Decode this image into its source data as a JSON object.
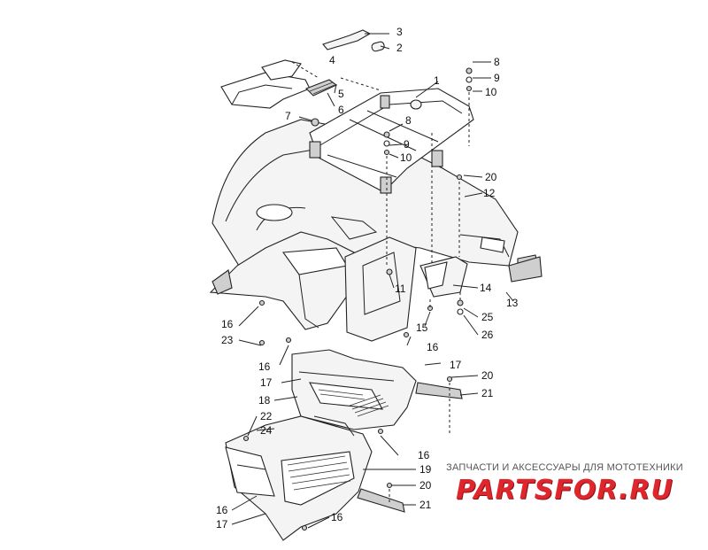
{
  "diagram": {
    "callouts": [
      {
        "id": "c1",
        "label": "1"
      },
      {
        "id": "c2",
        "label": "2"
      },
      {
        "id": "c3",
        "label": "3"
      },
      {
        "id": "c4",
        "label": "4"
      },
      {
        "id": "c5",
        "label": "5"
      },
      {
        "id": "c6",
        "label": "6"
      },
      {
        "id": "c7",
        "label": "7"
      },
      {
        "id": "c8a",
        "label": "8"
      },
      {
        "id": "c8b",
        "label": "8"
      },
      {
        "id": "c9a",
        "label": "9"
      },
      {
        "id": "c9b",
        "label": "9"
      },
      {
        "id": "c10a",
        "label": "10"
      },
      {
        "id": "c10b",
        "label": "10"
      },
      {
        "id": "c11",
        "label": "11"
      },
      {
        "id": "c12",
        "label": "12"
      },
      {
        "id": "c13",
        "label": "13"
      },
      {
        "id": "c14",
        "label": "14"
      },
      {
        "id": "c15",
        "label": "15"
      },
      {
        "id": "c16a",
        "label": "16"
      },
      {
        "id": "c16b",
        "label": "16"
      },
      {
        "id": "c16c",
        "label": "16"
      },
      {
        "id": "c16d",
        "label": "16"
      },
      {
        "id": "c16e",
        "label": "16"
      },
      {
        "id": "c16f",
        "label": "16"
      },
      {
        "id": "c17a",
        "label": "17"
      },
      {
        "id": "c17b",
        "label": "17"
      },
      {
        "id": "c17c",
        "label": "17"
      },
      {
        "id": "c18",
        "label": "18"
      },
      {
        "id": "c19",
        "label": "19"
      },
      {
        "id": "c20a",
        "label": "20"
      },
      {
        "id": "c20b",
        "label": "20"
      },
      {
        "id": "c20c",
        "label": "20"
      },
      {
        "id": "c21a",
        "label": "21"
      },
      {
        "id": "c21b",
        "label": "21"
      },
      {
        "id": "c22",
        "label": "22"
      },
      {
        "id": "c23",
        "label": "23"
      },
      {
        "id": "c24",
        "label": "24"
      },
      {
        "id": "c25",
        "label": "25"
      },
      {
        "id": "c26",
        "label": "26"
      }
    ]
  },
  "watermark": {
    "tagline": "ЗАПЧАСТИ И АКСЕССУАРЫ ДЛЯ МОТОТЕХНИКИ",
    "logo": "PARTSFOR.RU",
    "color": "#e0262d"
  }
}
